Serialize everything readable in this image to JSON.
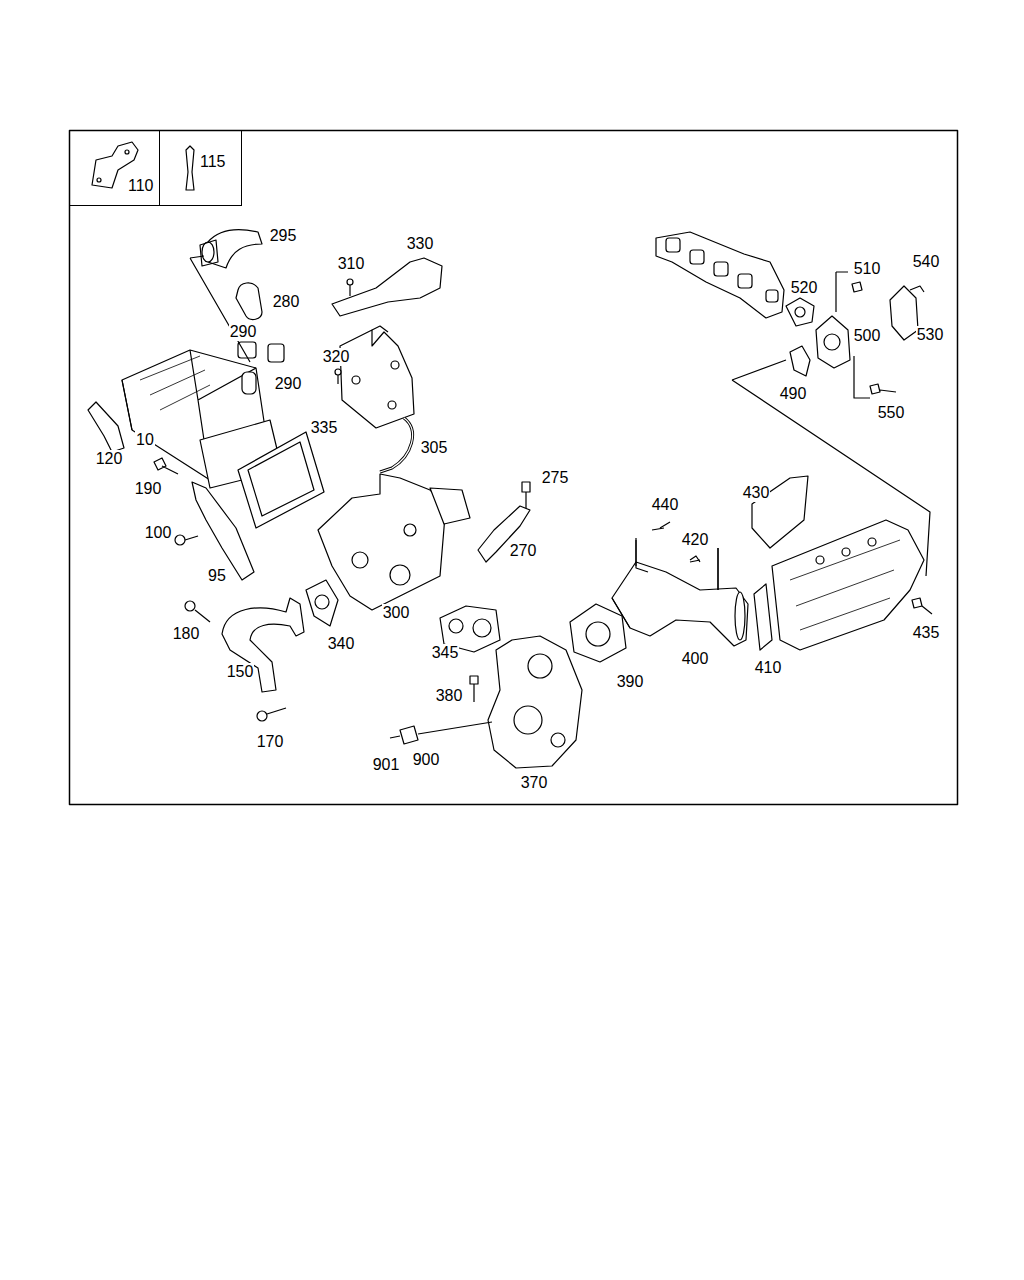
{
  "diagram": {
    "nodes": [
      {
        "text": [
          "110"
        ]
      },
      {
        "text": [
          "115"
        ]
      }
    ],
    "labels": [
      "295",
      "330",
      "310",
      "280",
      "290",
      "290",
      "320",
      "335",
      "10",
      "120",
      "305",
      "190",
      "275",
      "100",
      "95",
      "270",
      "180",
      "340",
      "300",
      "345",
      "150",
      "170",
      "380",
      "900",
      "901",
      "370",
      "390",
      "400",
      "410",
      "440",
      "420",
      "430",
      "435",
      "510",
      "540",
      "520",
      "500",
      "530",
      "490",
      "550"
    ]
  }
}
